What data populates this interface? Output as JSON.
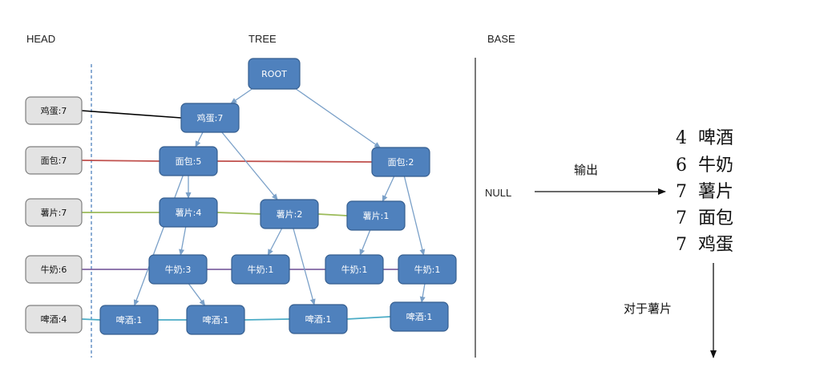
{
  "headers": {
    "head": "HEAD",
    "tree": "TREE",
    "base": "BASE"
  },
  "head_table": [
    {
      "id": "egg",
      "label": "鸡蛋:7",
      "color": "#000000"
    },
    {
      "id": "bread",
      "label": "面包:7",
      "color": "#c0504d"
    },
    {
      "id": "chips",
      "label": "薯片:7",
      "color": "#9bbb59"
    },
    {
      "id": "milk",
      "label": "牛奶:6",
      "color": "#8064a2"
    },
    {
      "id": "beer",
      "label": "啤酒:4",
      "color": "#4bacc6"
    }
  ],
  "tree_nodes": [
    {
      "id": "root",
      "label": "ROOT"
    },
    {
      "id": "egg1",
      "label": "鸡蛋:7"
    },
    {
      "id": "bread5",
      "label": "面包:5"
    },
    {
      "id": "bread2",
      "label": "面包:2"
    },
    {
      "id": "chips4",
      "label": "薯片:4"
    },
    {
      "id": "chips2",
      "label": "薯片:2"
    },
    {
      "id": "chips1",
      "label": "薯片:1"
    },
    {
      "id": "milk3",
      "label": "牛奶:3"
    },
    {
      "id": "milk1a",
      "label": "牛奶:1"
    },
    {
      "id": "milk1b",
      "label": "牛奶:1"
    },
    {
      "id": "milk1c",
      "label": "牛奶:1"
    },
    {
      "id": "beer1a",
      "label": "啤酒:1"
    },
    {
      "id": "beer1b",
      "label": "啤酒:1"
    },
    {
      "id": "beer1c",
      "label": "啤酒:1"
    },
    {
      "id": "beer1d",
      "label": "啤酒:1"
    }
  ],
  "tree_edges": [
    [
      "root",
      "egg1"
    ],
    [
      "root",
      "bread2"
    ],
    [
      "egg1",
      "bread5"
    ],
    [
      "egg1",
      "chips2"
    ],
    [
      "bread5",
      "chips4"
    ],
    [
      "bread5",
      "beer1a"
    ],
    [
      "bread2",
      "chips1"
    ],
    [
      "bread2",
      "milk1c"
    ],
    [
      "chips4",
      "milk3"
    ],
    [
      "chips2",
      "milk1a"
    ],
    [
      "chips2",
      "beer1c"
    ],
    [
      "chips1",
      "milk1b"
    ],
    [
      "milk3",
      "beer1b"
    ],
    [
      "milk1c",
      "beer1d"
    ]
  ],
  "link_rows": [
    {
      "head": "egg",
      "nodes": [
        "egg1"
      ]
    },
    {
      "head": "bread",
      "nodes": [
        "bread5",
        "bread2"
      ]
    },
    {
      "head": "chips",
      "nodes": [
        "chips4",
        "chips2",
        "chips1"
      ]
    },
    {
      "head": "milk",
      "nodes": [
        "milk3",
        "milk1a",
        "milk1b",
        "milk1c"
      ]
    },
    {
      "head": "beer",
      "nodes": [
        "beer1a",
        "beer1b",
        "beer1c",
        "beer1d"
      ]
    }
  ],
  "base": {
    "null_label": "NULL",
    "output_label": "输出",
    "list": [
      "4  啤酒",
      "6  牛奶",
      "7  薯片",
      "7  面包",
      "7  鸡蛋"
    ],
    "for_label": "对于薯片"
  },
  "colors": {
    "node_fill": "#4f81bd",
    "edge": "#7aa0c8",
    "head_fill": "#e3e3e3",
    "dashed_divider": "#4f81bd"
  }
}
